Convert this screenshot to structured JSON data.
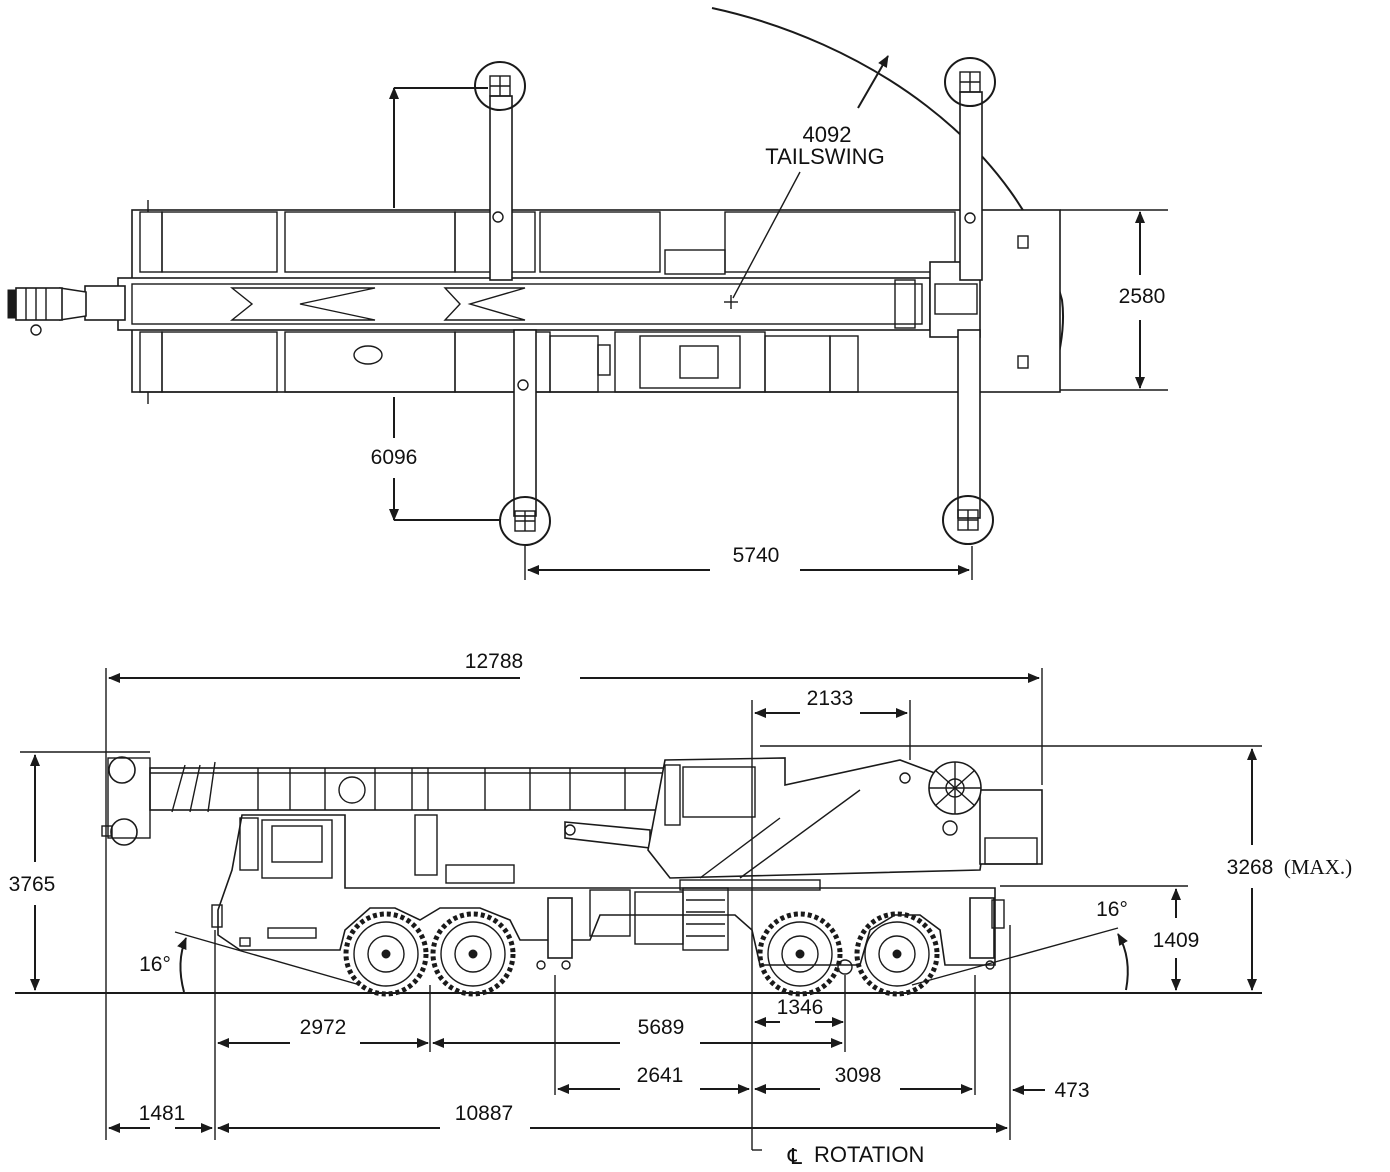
{
  "top_view": {
    "tailswing_value": "4092",
    "tailswing_label": "TAILSWING",
    "outrigger_width": "2580",
    "outrigger_spread": "6096",
    "outrigger_base": "5740"
  },
  "side_view": {
    "overall_length": "12788",
    "cab_offset": "2133",
    "overall_height": "3765",
    "carrier_height": "1409",
    "counterweight_height": "3268",
    "counterweight_height_note": "(MAX.)",
    "approach_angle": "16°",
    "departure_angle": "16°",
    "axle_spacing_front": "2972",
    "wheelbase_span": "5689",
    "rear_axle_offset": "1346",
    "front_outrigger_to_rotation": "2641",
    "rotation_to_rear_outrigger": "3098",
    "rear_overhang": "473",
    "front_overhang": "1481",
    "carrier_length": "10887",
    "rotation_symbol": "℄",
    "rotation_label": "ROTATION"
  }
}
